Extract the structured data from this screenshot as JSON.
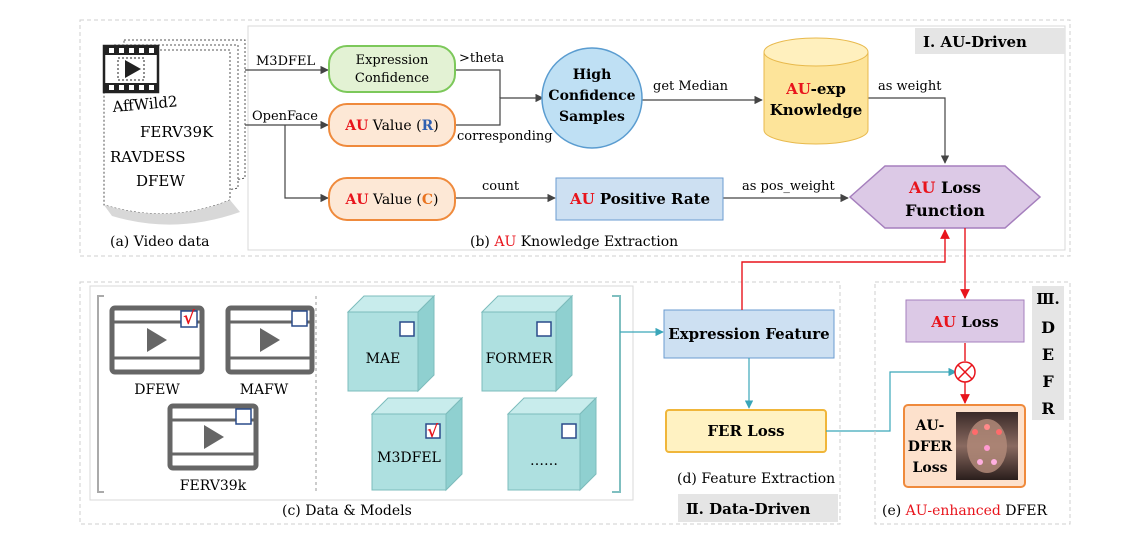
{
  "video_data": {
    "datasets": [
      "AffWild2",
      "FERV39K",
      "RAVDESS",
      "DFEW"
    ],
    "caption": "(a) Video data"
  },
  "au_knowledge": {
    "caption_prefix": "(b) ",
    "caption_au": "AU",
    "caption_suffix": " Knowledge Extraction",
    "section_title": "Ⅰ. AU-Driven",
    "m3dfel_label": "M3DFEL",
    "openface_label": "OpenFace",
    "expr_conf_line1": "Expression",
    "expr_conf_line2": "Confidence",
    "theta_label": ">theta",
    "au_value_r_au": "AU",
    "au_value_r_mid": " Value (",
    "au_value_r_letter": "R",
    "au_value_r_close": ")",
    "corresponding_label": "corresponding",
    "high_conf_line1": "High",
    "high_conf_line2": "Confidence",
    "high_conf_line3": "Samples",
    "get_median_label": "get  Median",
    "knowledge_au": "AU",
    "knowledge_exp": "-exp",
    "knowledge_line2": "Knowledge",
    "as_weight_label": "as  weight",
    "au_value_c_au": "AU",
    "au_value_c_mid": " Value (",
    "au_value_c_letter": "C",
    "au_value_c_close": ")",
    "count_label": "count",
    "positive_rate_au": "AU",
    "positive_rate_rest": " Positive Rate",
    "as_pos_weight_label": "as pos_weight",
    "loss_func_au": "AU",
    "loss_func_rest": " Loss",
    "loss_func_line2": "Function"
  },
  "data_models": {
    "caption": "(c) Data & Models",
    "video_labels": [
      "DFEW",
      "MAFW",
      "FERV39k"
    ],
    "model_labels": [
      "MAE",
      "FORMER",
      "M3DFEL",
      "……"
    ],
    "checkmark": "√"
  },
  "feature_extraction": {
    "expression_feature": "Expression Feature",
    "fer_loss": "FER Loss",
    "caption": "(d) Feature Extraction",
    "section_title": "Ⅱ. Data-Driven"
  },
  "dfer": {
    "section_title_chars": [
      "Ⅲ.",
      "D",
      "E",
      "F",
      "R"
    ],
    "au_loss_au": "AU",
    "au_loss_rest": " Loss",
    "combine_symbol": "⊗",
    "au_dfer_loss_lines": [
      "AU-",
      "DFER",
      "Loss"
    ],
    "caption_prefix": "(e) ",
    "caption_red": "AU-enhanced",
    "caption_suffix": " DFER"
  },
  "colors": {
    "au_red": "#e8141c",
    "teal_arrow": "#3aa6b9",
    "green_border": "#7cc85a",
    "orange_border": "#ef8a3c",
    "blue_circle": "#a9d2ee",
    "yellow_cylinder": "#fde49a",
    "purple_hexagon": "#dcc9e6",
    "teal_cube": "#a8dcdc",
    "feature_blue": "#cde0f2",
    "fer_yellow": "#fff2c2"
  }
}
